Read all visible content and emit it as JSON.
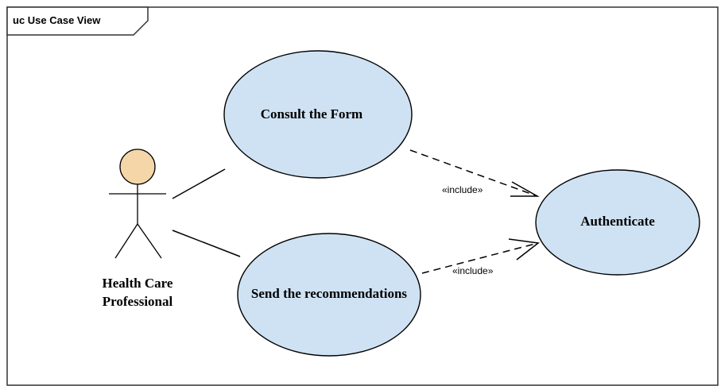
{
  "diagram": {
    "frame_title": "uc Use Case View",
    "actor": {
      "name_line1": "Health Care",
      "name_line2": "Professional"
    },
    "use_cases": {
      "consult": "Consult the Form",
      "send": "Send the recommendations",
      "authenticate": "Authenticate"
    },
    "relations": {
      "include_1": "«include»",
      "include_2": "«include»"
    },
    "colors": {
      "use_case_fill": "#cfe2f3",
      "actor_head_fill": "#f5d6a8",
      "stroke": "#000000"
    }
  }
}
